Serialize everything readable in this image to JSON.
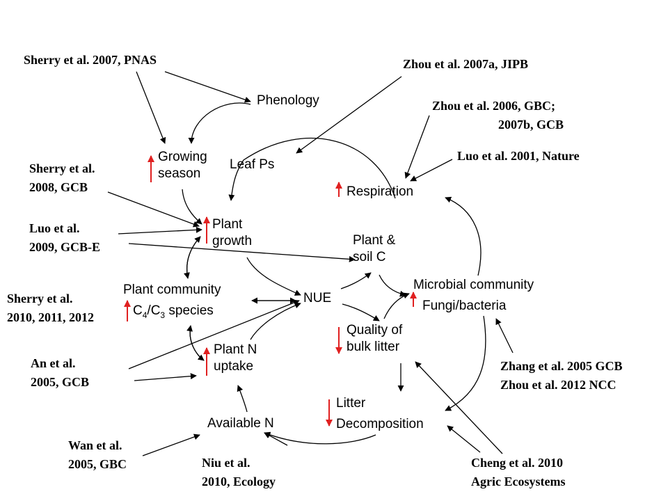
{
  "nodes": {
    "phenology": "Phenology",
    "growing_season": [
      "Growing",
      "season"
    ],
    "leaf_ps": "Leaf Ps",
    "respiration": "Respiration",
    "plant_growth": [
      "Plant",
      "growth"
    ],
    "plant_soil_c": [
      "Plant &",
      "soil C"
    ],
    "plant_community": "Plant community",
    "c4c3": {
      "pre": "C",
      "sub1": "4",
      "mid": "/C",
      "sub2": "3",
      "post": " species"
    },
    "nue": "NUE",
    "microbial_community": "Microbial community",
    "fungi_bacteria": "Fungi/bacteria",
    "quality_litter": [
      "Quality of",
      "bulk litter"
    ],
    "plant_n_uptake": [
      "Plant N",
      "uptake"
    ],
    "litter_decomposition": [
      "Litter",
      "Decomposition"
    ],
    "available_n": "Available N"
  },
  "references": {
    "sherry_2007": {
      "text": "Sherry et al. 2007, ",
      "journal": "PNAS"
    },
    "zhou_2007a": {
      "text": "Zhou et al. 2007a, ",
      "journal": "JIPB"
    },
    "zhou_2006": {
      "line1": "Zhou et al. 2006, ",
      "journal1": "GBC;",
      "line2": "2007b, ",
      "journal2": "GCB"
    },
    "luo_2001": {
      "text": "Luo et al. 2001, ",
      "journal": "Nature"
    },
    "sherry_2008": {
      "line1": "Sherry et al.",
      "line2": "2008, ",
      "journal": "GCB"
    },
    "luo_2009": {
      "line1": "Luo et al.",
      "line2": "2009, ",
      "journal": "GCB-E"
    },
    "sherry_2010": {
      "line1": "Sherry et al.",
      "line2": "2010, 2011, 2012"
    },
    "an_2005": {
      "line1": "An et al.",
      "line2": "2005, ",
      "journal": "GCB"
    },
    "zhang_zhou": {
      "line1": "Zhang et al. 2005 GCB",
      "line2": "Zhou et al. 2012 NCC"
    },
    "wan_2005": {
      "line1": "Wan et al.",
      "line2": "2005, ",
      "journal": "GBC"
    },
    "niu_2010": {
      "line1": "Niu et al.",
      "line2": "2010, ",
      "journal": "Ecology"
    },
    "cheng_2010": {
      "line1": "Cheng et al. 2010",
      "line2": "Agric Ecosystems"
    }
  },
  "indicators": {
    "growing_season": "up",
    "plant_growth": "up",
    "respiration": "up",
    "plant_community": "up",
    "microbial_community": "up",
    "plant_n_uptake": "up",
    "quality_litter": "down",
    "litter_decomposition": "down"
  },
  "colors": {
    "indicator": "#e02020",
    "arrow": "#000000"
  }
}
